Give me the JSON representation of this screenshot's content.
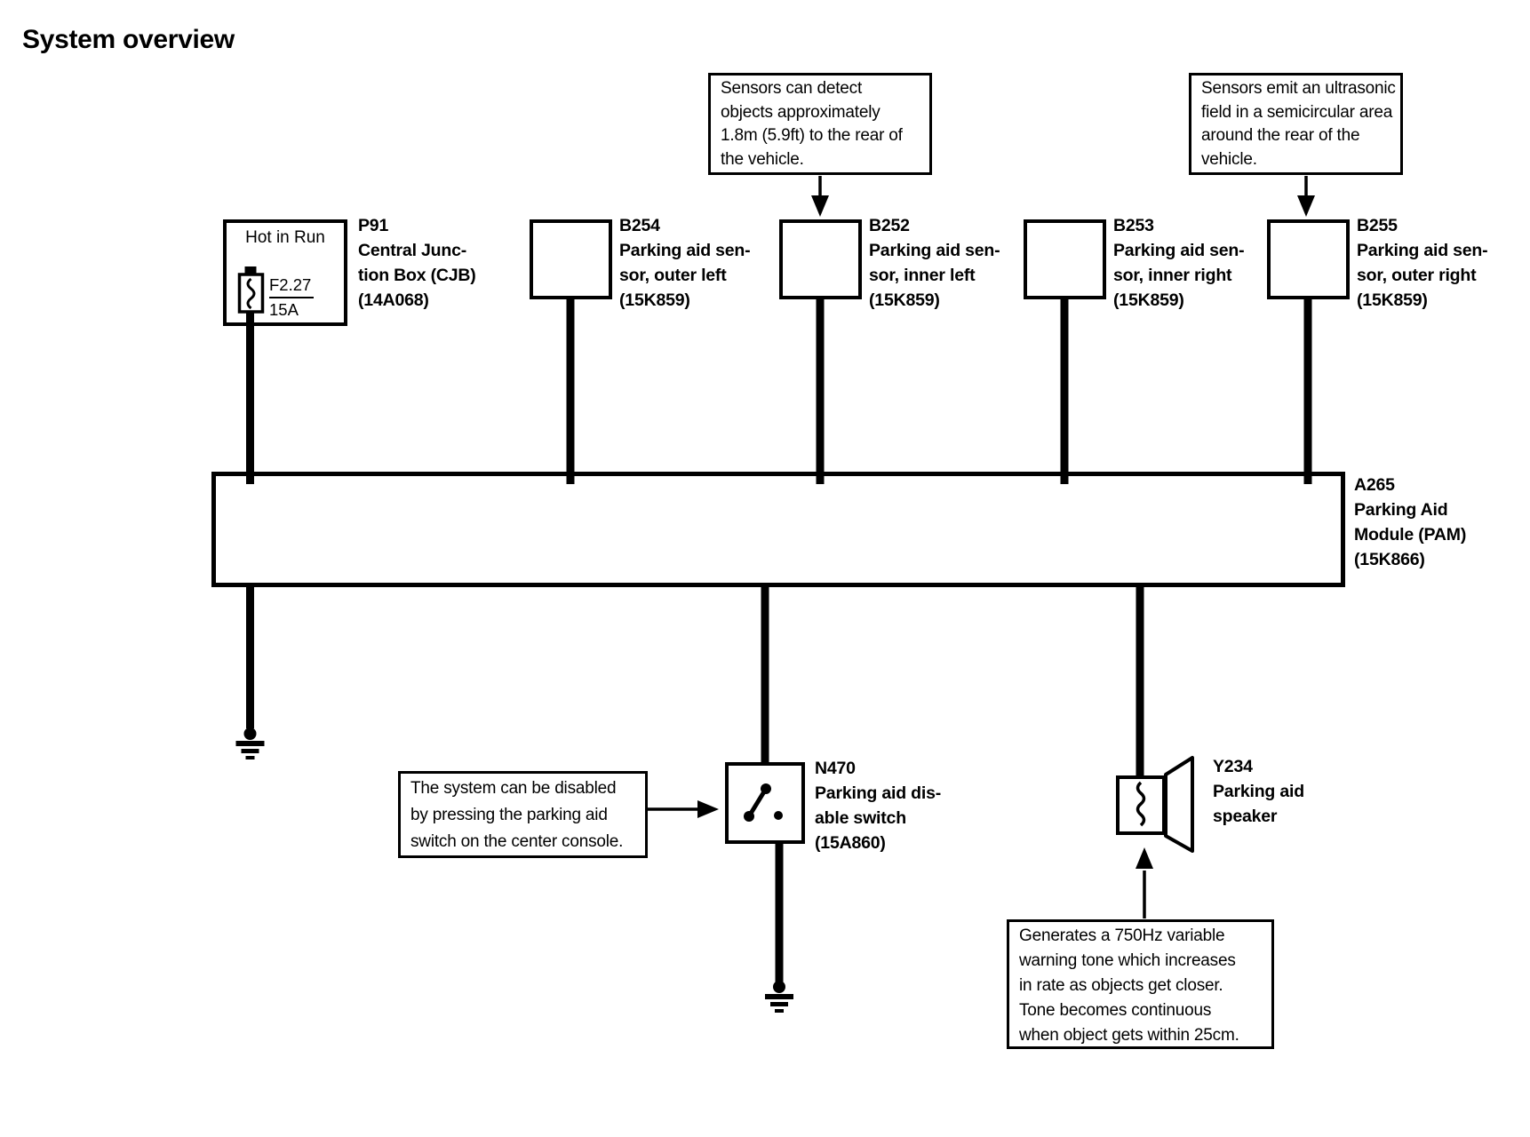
{
  "page": {
    "title": "System overview"
  },
  "callouts": {
    "detect_range": {
      "line1": "Sensors can detect",
      "line2": "objects approximately",
      "line3": "1.8m (5.9ft) to the rear of",
      "line4": "the vehicle."
    },
    "ultrasonic_field": {
      "line1": "Sensors emit an ultrasonic",
      "line2": "field in a semicircular area",
      "line3": "around the rear of the",
      "line4": "vehicle."
    },
    "disable_info": {
      "line1": "The system can be disabled",
      "line2": "by pressing the parking aid",
      "line3": "switch on the center console."
    },
    "warning_tone": {
      "line1": "Generates a 750Hz variable",
      "line2": "warning tone which increases",
      "line3": "in rate as objects get closer.",
      "line4": "Tone becomes continuous",
      "line5": "when object gets within 25cm."
    }
  },
  "components": {
    "cjb": {
      "power_rail": "Hot in Run",
      "fuse_name": "F2.27",
      "fuse_rating": "15A",
      "id": "P91",
      "desc1": "Central Junc-",
      "desc2": "tion Box (CJB)",
      "part": "(14A068)"
    },
    "sensor_outer_left": {
      "id": "B254",
      "desc1": "Parking aid sen-",
      "desc2": "sor, outer left",
      "part": "(15K859)"
    },
    "sensor_inner_left": {
      "id": "B252",
      "desc1": "Parking aid sen-",
      "desc2": "sor, inner left",
      "part": "(15K859)"
    },
    "sensor_inner_right": {
      "id": "B253",
      "desc1": "Parking aid sen-",
      "desc2": "sor, inner right",
      "part": "(15K859)"
    },
    "sensor_outer_right": {
      "id": "B255",
      "desc1": "Parking aid sen-",
      "desc2": "sor, outer right",
      "part": "(15K859)"
    },
    "pam": {
      "id": "A265",
      "desc1": "Parking Aid",
      "desc2": "Module (PAM)",
      "part": "(15K866)"
    },
    "disable_switch": {
      "id": "N470",
      "desc1": "Parking aid dis-",
      "desc2": "able switch",
      "part": "(15A860)"
    },
    "speaker": {
      "id": "Y234",
      "desc1": "Parking aid",
      "desc2": "speaker"
    }
  },
  "colors": {
    "ink": "#000000",
    "paper": "#ffffff"
  }
}
